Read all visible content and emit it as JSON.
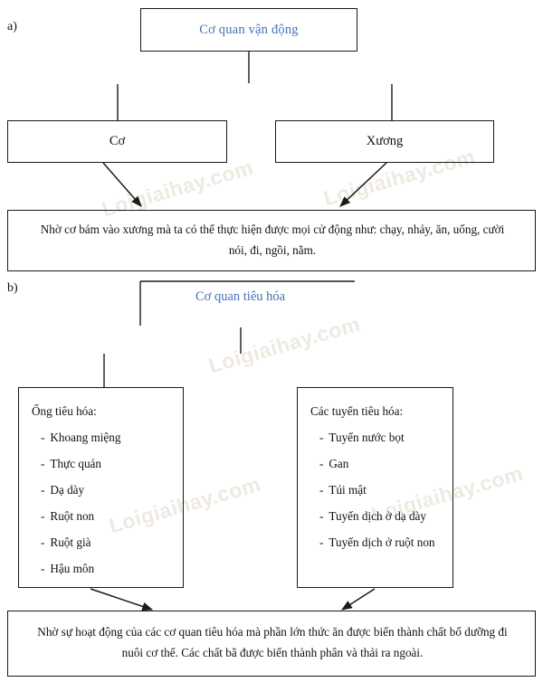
{
  "sections": {
    "a": {
      "label": "a)",
      "root": {
        "text": "Cơ quan vận động",
        "color": "#4472b8"
      },
      "children": [
        {
          "text": "Cơ"
        },
        {
          "text": "Xương"
        }
      ],
      "summary": "Nhờ cơ bám vào xương mà ta có thể thực hiện được mọi cử động như: chạy, nhảy, ăn, uống, cười nói, đi, ngồi, nằm."
    },
    "b": {
      "label": "b)",
      "root": {
        "text": "Cơ quan tiêu hóa",
        "color": "#4472b8"
      },
      "columns": [
        {
          "heading": "Ống tiêu hóa:",
          "items": [
            "Khoang miệng",
            "Thực quản",
            "Dạ dày",
            "Ruột non",
            "Ruột già",
            "Hậu môn"
          ]
        },
        {
          "heading": "Các tuyến tiêu hóa:",
          "items": [
            "Tuyến nước bọt",
            "Gan",
            "Túi mật",
            "Tuyến dịch ở dạ dày",
            "Tuyến dịch ở ruột non"
          ]
        }
      ],
      "summary": "Nhờ sự hoạt động của các cơ quan tiêu hóa mà phần lớn thức ăn được biến thành chất bổ dưỡng đi nuôi cơ thể. Các chất bã được biến thành phân và thải ra ngoài."
    }
  },
  "bullet": "-",
  "watermark": {
    "text": "Loigiaihay.com",
    "color": "#eeeae2"
  },
  "colors": {
    "line": "#1a1a1a",
    "accent": "#4472b8",
    "text": "#111111",
    "background": "#ffffff"
  }
}
